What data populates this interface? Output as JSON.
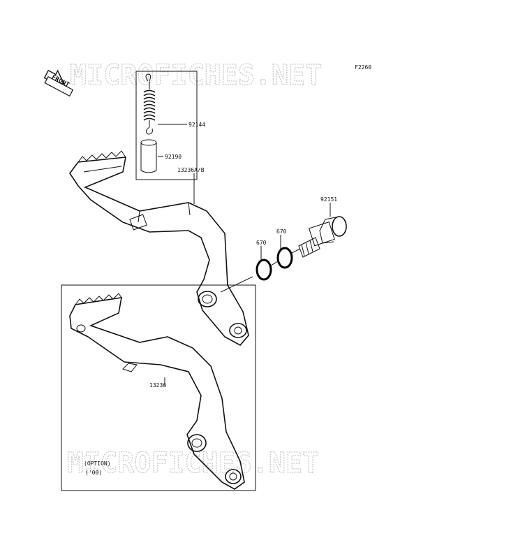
{
  "figure_code": "F2260",
  "front_arrow_label": "FRONT",
  "watermark": "MICROFICHES.NET",
  "parts": [
    {
      "id": "spring",
      "number": "92144"
    },
    {
      "id": "collar",
      "number": "92190"
    },
    {
      "id": "pedal-main",
      "number": "13236A/B"
    },
    {
      "id": "pivot-bolt",
      "number": "92151"
    },
    {
      "id": "o-ring-1",
      "number": "670"
    },
    {
      "id": "o-ring-2",
      "number": "670"
    },
    {
      "id": "pedal-option",
      "number": "13236"
    }
  ],
  "option_note": {
    "line1": "(OPTION)",
    "line2": "('00)"
  }
}
